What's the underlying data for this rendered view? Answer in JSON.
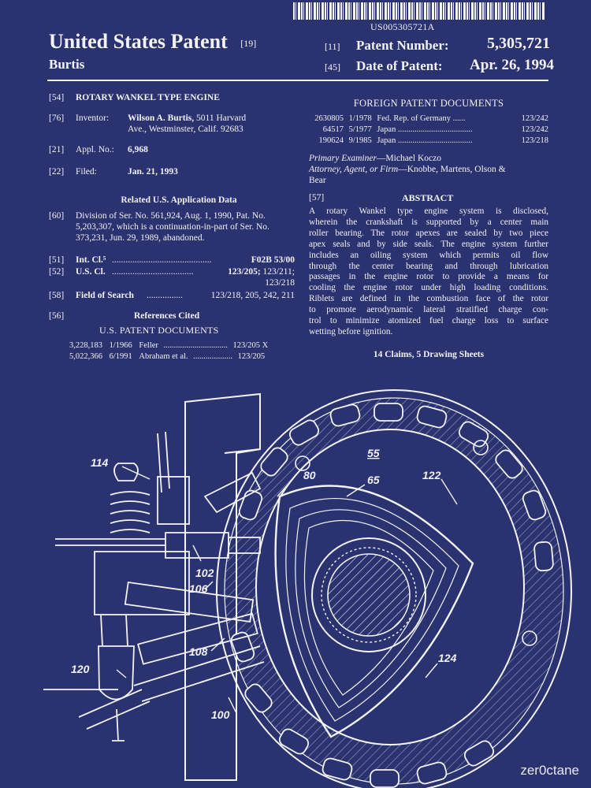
{
  "barcode": {
    "number": "US005305721A"
  },
  "header": {
    "title": "United States Patent",
    "title_tag": "[19]",
    "inventor_surname": "Burtis",
    "patent_number_tag": "[11]",
    "patent_number_label": "Patent Number:",
    "patent_number": "5,305,721",
    "date_tag": "[45]",
    "date_label": "Date of Patent:",
    "date": "Apr. 26, 1994"
  },
  "left": {
    "f54_tag": "[54]",
    "f54_value": "ROTARY WANKEL TYPE ENGINE",
    "f76_tag": "[76]",
    "f76_label": "Inventor:",
    "f76_name": "Wilson A. Burtis,",
    "f76_addr1": "5011 Harvard",
    "f76_addr2": "Ave., Westminster, Calif. 92683",
    "f21_tag": "[21]",
    "f21_label": "Appl. No.:",
    "f21_value": "6,968",
    "f22_tag": "[22]",
    "f22_label": "Filed:",
    "f22_value": "Jan. 21, 1993",
    "related_heading": "Related U.S. Application Data",
    "f60_tag": "[60]",
    "f60_line1": "Division of Ser. No. 561,924, Aug. 1, 1990, Pat. No.",
    "f60_line2": "5,203,307, which is a continuation-in-part of Ser. No.",
    "f60_line3": "373,231, Jun. 29, 1989, abandoned.",
    "f51_tag": "[51]",
    "f51_label": "Int. Cl.⁵",
    "f51_dots": "............................................",
    "f51_value": "F02B 53/00",
    "f52_tag": "[52]",
    "f52_label": "U.S. Cl.",
    "f52_dots": "....................................",
    "f52_value_bold": "123/205;",
    "f52_value_rest": "123/211;",
    "f52_value_line2": "123/218",
    "f58_tag": "[58]",
    "f58_label": "Field of Search",
    "f58_dots": "................",
    "f58_value": "123/218, 205, 242, 211",
    "f56_tag": "[56]",
    "references_heading": "References Cited",
    "us_docs_heading": "U.S. PATENT DOCUMENTS",
    "us_docs": [
      {
        "num": "3,228,183",
        "date": "1/1966",
        "name": "Feller",
        "dots": "...............................",
        "cls": "123/205 X"
      },
      {
        "num": "5,022,366",
        "date": "6/1991",
        "name": "Abraham et al.",
        "dots": "...................",
        "cls": "123/205"
      }
    ]
  },
  "right": {
    "foreign_heading": "FOREIGN PATENT DOCUMENTS",
    "foreign_docs": [
      {
        "num": "2630805",
        "date": "1/1978",
        "country": "Fed. Rep. of Germany",
        "dots": "......",
        "cls": "123/242"
      },
      {
        "num": "64517",
        "date": "5/1977",
        "country": "Japan",
        "dots": "....................................",
        "cls": "123/242"
      },
      {
        "num": "190624",
        "date": "9/1985",
        "country": "Japan",
        "dots": "....................................",
        "cls": "123/218"
      }
    ],
    "examiner_label": "Primary Examiner",
    "examiner_name": "—Michael Koczo",
    "attorney_label": "Attorney, Agent, or Firm",
    "attorney_name": "—Knobbe, Martens, Olson &",
    "attorney_name2": "Bear",
    "f57_tag": "[57]",
    "abstract_heading": "ABSTRACT",
    "abstract_lines": [
      "A rotary Wankel type engine system is disclosed,",
      "wherein the crankshaft is supported by a center main",
      "roller bearing. The rotor apexes are sealed by two piece",
      "apex seals and by side seals. The engine system further",
      "includes an oiling system which permits oil flow",
      "through the center bearing and through lubrication",
      "passages in the engine rotor to provide a means for",
      "cooling the engine rotor under high loading conditions.",
      "Riblets are defined in the combustion face of the rotor",
      "to promote aerodynamic lateral stratified charge con-",
      "trol to minimize atomized fuel charge loss to surface",
      "wetting before ignition."
    ],
    "claims": "14 Claims, 5 Drawing Sheets"
  },
  "drawing": {
    "labels": {
      "l55": "55",
      "l65": "65",
      "l80": "80",
      "l122": "122",
      "l114": "114",
      "l102": "102",
      "l106": "106",
      "l108": "108",
      "l120": "120",
      "l124": "124",
      "l100": "100"
    }
  },
  "credit": "zer0ctane"
}
